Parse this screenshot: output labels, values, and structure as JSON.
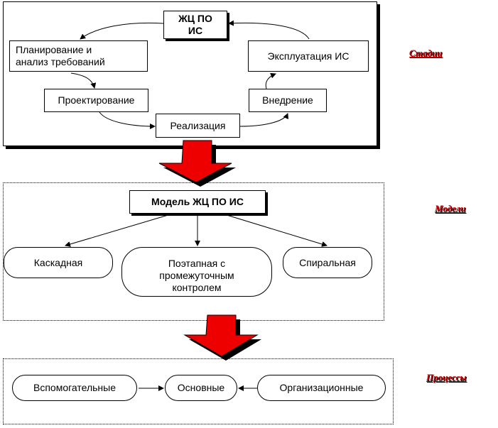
{
  "labels": {
    "stages": "Стадии",
    "models": "Модели",
    "processes": "Процессы"
  },
  "stages": {
    "lifecycle": "ЖЦ ПО\nИС",
    "planning": "Планирование  и\nанализ  требований",
    "operation": "Эксплуатация  ИС",
    "design": "Проектирование",
    "deployment": "Внедрение",
    "implementation": "Реализация"
  },
  "models": {
    "model": "Модель ЖЦ ПО ИС",
    "cascade": "Каскадная",
    "iterative": "Поэтапная с\nпромежуточным\nконтролем",
    "spiral": "Спиральная"
  },
  "processes": {
    "auxiliary": "Вспомогательные",
    "main": "Основные",
    "organizational": "Организационные"
  },
  "colors": {
    "arrow_red": "#ee0000",
    "label_red": "#cc0000"
  }
}
